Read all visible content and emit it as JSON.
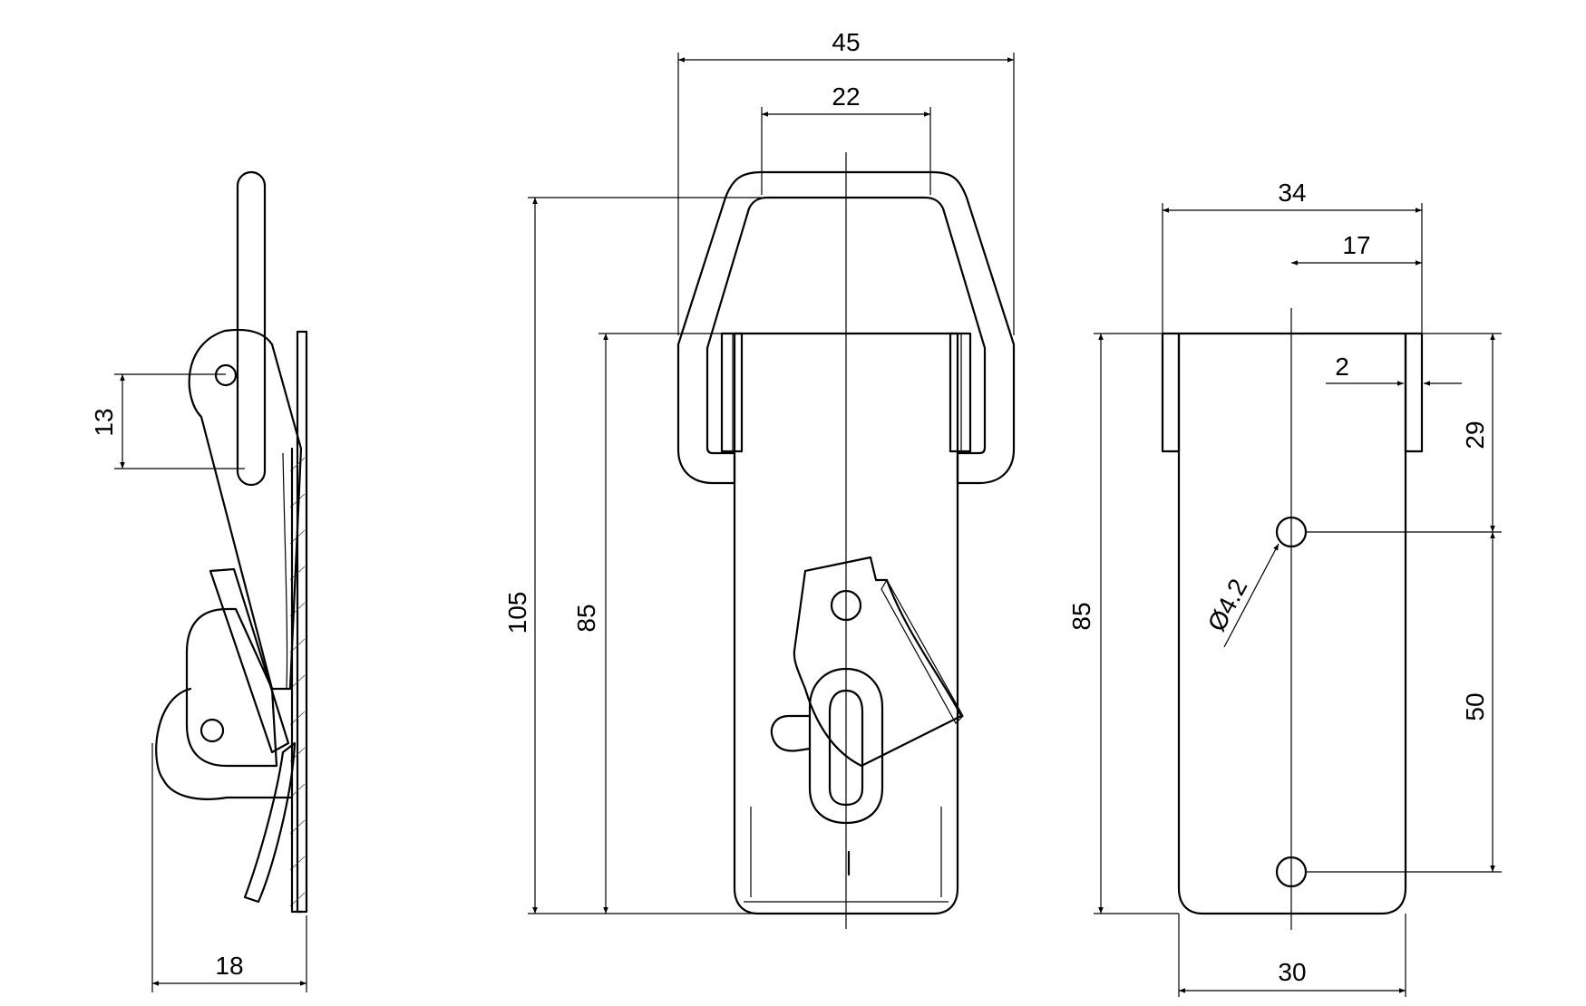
{
  "drawing": {
    "side_view": {
      "dim_height": "13",
      "dim_width": "18"
    },
    "front_view": {
      "dim_total_width": "45",
      "dim_inner_width": "22",
      "dim_total_height": "105",
      "dim_body_height": "85"
    },
    "back_view": {
      "dim_width": "34",
      "dim_half_width": "17",
      "dim_thickness": "2",
      "dim_hole_offset": "29",
      "dim_hole_spacing": "50",
      "dim_height": "85",
      "dim_bottom_width": "30",
      "dim_hole_diameter": "Ø4.2"
    }
  }
}
